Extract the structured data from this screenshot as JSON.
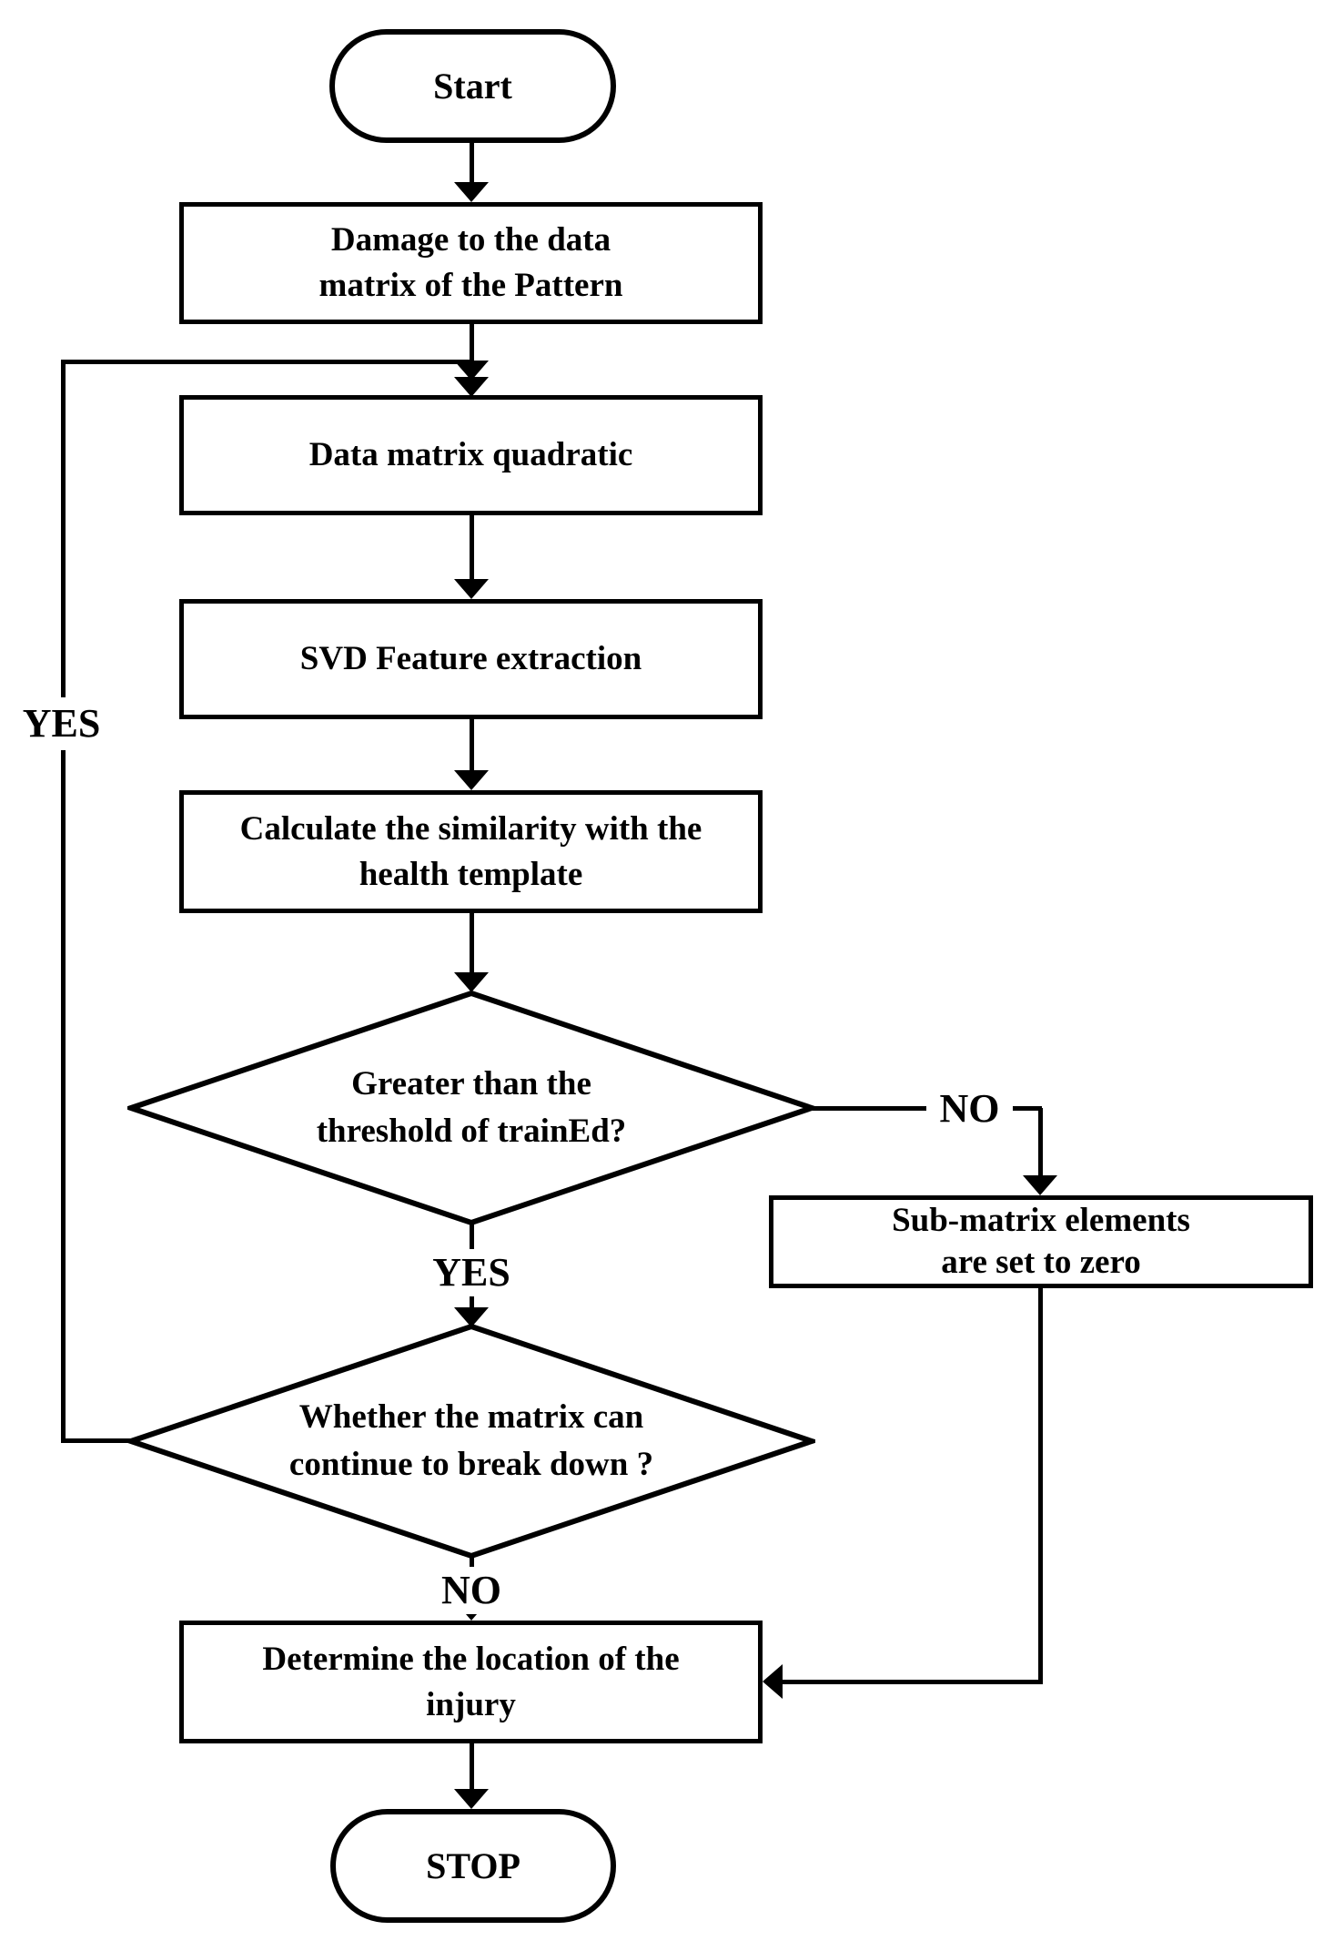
{
  "flowchart": {
    "title": "SVD damage localization flowchart",
    "colors": {
      "stroke": "#000000",
      "background": "#ffffff"
    },
    "nodes": {
      "start": {
        "type": "terminator",
        "label": "Start"
      },
      "damage": {
        "type": "process",
        "label": "Damage to the data\nmatrix of the Pattern"
      },
      "quadratic": {
        "type": "process",
        "label": "Data matrix quadratic"
      },
      "svd": {
        "type": "process",
        "label": "SVD Feature extraction"
      },
      "calculate": {
        "type": "process",
        "label": "Calculate the similarity with the\nhealth template"
      },
      "threshold_decision": {
        "type": "decision",
        "label": "Greater than the\nthreshold of trainEd?"
      },
      "submatrix": {
        "type": "process",
        "label": "Sub-matrix elements\nare set to zero"
      },
      "continue_decision": {
        "type": "decision",
        "label": "Whether the matrix can\ncontinue to break down ?"
      },
      "determine": {
        "type": "process",
        "label": "Determine the location of the\ninjury"
      },
      "stop": {
        "type": "terminator",
        "label": "STOP"
      }
    },
    "edge_labels": {
      "threshold_no": "NO",
      "threshold_yes": "YES",
      "continue_no": "NO",
      "loop_yes": "YES"
    }
  }
}
